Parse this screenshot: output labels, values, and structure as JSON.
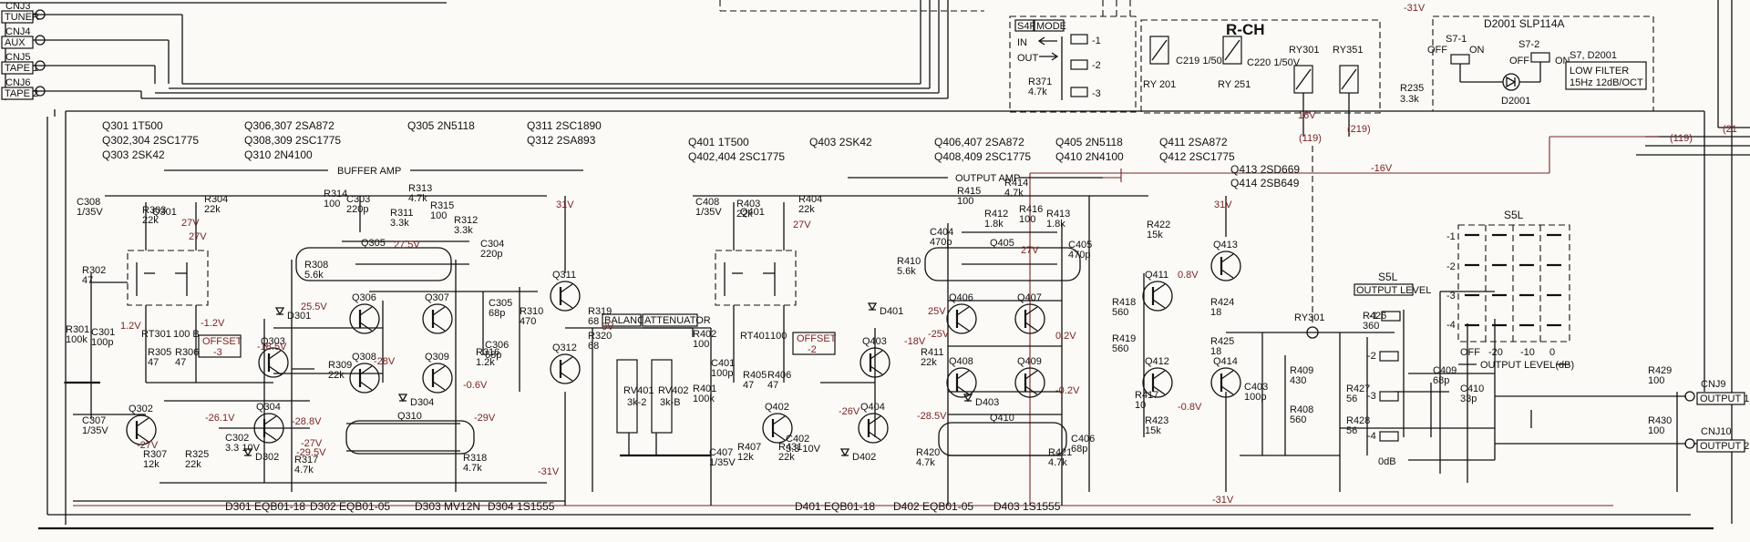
{
  "connectors": [
    {
      "ref": "CNJ3",
      "name": "TUNER"
    },
    {
      "ref": "CNJ4",
      "name": "AUX"
    },
    {
      "ref": "CNJ5",
      "name": "TAPE 1"
    },
    {
      "ref": "CNJ6",
      "name": "TAPE 2"
    }
  ],
  "outputs": [
    {
      "ref": "CNJ9",
      "name": "OUTPUT 1"
    },
    {
      "ref": "CNJ10",
      "name": "OUTPUT 2"
    }
  ],
  "channel_label": "R-CH",
  "sections": {
    "buffer": "BUFFER AMP",
    "output": "OUTPUT AMP"
  },
  "transistor_lists": {
    "buffer": [
      [
        "Q301 1T500",
        "Q306,307 2SA872",
        "Q305 2N5118",
        "Q311 2SC1890"
      ],
      [
        "Q302,304 2SC1775",
        "Q308,309 2SC1775",
        "",
        "Q312 2SA893"
      ],
      [
        "Q303 2SK42",
        "Q310 2N4100",
        "",
        ""
      ]
    ],
    "output": [
      [
        "Q401 1T500",
        "Q403 2SK42",
        "Q406,407 2SA872",
        "Q405 2N5118",
        "Q411 2SA872",
        "Q413 2SD669"
      ],
      [
        "Q402,404 2SC1775",
        "",
        "Q408,409 2SC1775",
        "Q410 2N4100",
        "Q412 2SC1775",
        "Q414 2SB649"
      ]
    ]
  },
  "diodes": {
    "buffer": [
      "D301 EQB01-18",
      "D302 EQB01-05",
      "D303 MV12N",
      "D304 1S1555"
    ],
    "output": [
      "D401 EQB01-18",
      "D402 EQB01-05",
      "D403 1S1555"
    ]
  },
  "top_right": {
    "d2001": "D2001 SLP114A",
    "s7_label": "S7, D2001",
    "low_filter": [
      "LOW FILTER",
      "15Hz 12dB/OCT"
    ],
    "s4r": "S4R",
    "mode": "MODE",
    "in_label": "IN",
    "out_label": "OUT",
    "s71": "S7-1",
    "s72": "S7-2",
    "off": "OFF",
    "on": "ON"
  },
  "level_switch": {
    "name": "S5L",
    "title": "OUTPUT LEVEL",
    "steps": [
      "0",
      "-10",
      "-20",
      "OFF"
    ],
    "caption": "OUTPUT LEVEL(dB)",
    "rows": [
      "-1",
      "-2",
      "-3",
      "-4"
    ],
    "odb": "0dB"
  },
  "controls": {
    "balance": "BALANCE",
    "attenuator": "ATTENUATOR",
    "offset3": [
      "OFFSET",
      "-3"
    ],
    "offset2": [
      "OFFSET",
      "-2"
    ],
    "rv401": [
      "RV401",
      "3k-2"
    ],
    "rv402": [
      "RV402",
      "3k-B"
    ]
  },
  "voltages": {
    "minus31": "-31V",
    "plus31": "31V",
    "minus16": "-16V",
    "plus16": "16V",
    "n119": "(119)",
    "n219": "(219)",
    "n21": "(21"
  },
  "parts": {
    "relays": [
      "RY 201",
      "RY 251",
      "RY301",
      "RY351"
    ],
    "caps_relay": [
      "C219 1/50V",
      "C220 1/50V"
    ],
    "r371": [
      "R371",
      "4.7k"
    ],
    "r235": [
      "R235",
      "3.3k"
    ],
    "d2001": "D2001",
    "ry301": "RY301",
    "in_res": [
      [
        "R302",
        "47"
      ],
      [
        "R301",
        "100k"
      ]
    ],
    "in_caps": [
      [
        "C308",
        "1/35V"
      ],
      [
        "C301",
        "100p"
      ],
      [
        "C307",
        "1/35V"
      ]
    ],
    "buf_res": [
      [
        "R303",
        "22k"
      ],
      [
        "R304",
        "22k"
      ],
      [
        "R314",
        "100"
      ],
      [
        "R313",
        "4.7k"
      ],
      [
        "R311",
        "3.3k"
      ],
      [
        "R315",
        "100"
      ],
      [
        "R312",
        "3.3k"
      ],
      [
        "R308",
        "5.6k"
      ],
      [
        "R309",
        "22k"
      ],
      [
        "R305",
        "47"
      ],
      [
        "R306",
        "47"
      ],
      [
        "R310",
        "470"
      ],
      [
        "R319",
        "68"
      ],
      [
        "R320",
        "68"
      ],
      [
        "R316",
        "1.2k"
      ],
      [
        "R307",
        "12k"
      ],
      [
        "R325",
        "22k"
      ],
      [
        "R317",
        "4.7k"
      ],
      [
        "R318",
        "4.7k"
      ]
    ],
    "buf_caps": [
      [
        "C303",
        "220p"
      ],
      [
        "C304",
        "220p"
      ],
      [
        "C305",
        "68p"
      ],
      [
        "C306",
        "68p"
      ],
      [
        "C302",
        "3.3 10V"
      ]
    ],
    "out_res": [
      [
        "R403",
        "22k"
      ],
      [
        "R404",
        "22k"
      ],
      [
        "R415",
        "100"
      ],
      [
        "R414",
        "4.7k"
      ],
      [
        "R412",
        "1.8k"
      ],
      [
        "R416",
        "100"
      ],
      [
        "R413",
        "1.8k"
      ],
      [
        "R410",
        "5.6k"
      ],
      [
        "R411",
        "22k"
      ],
      [
        "R402",
        "100"
      ],
      [
        "R401",
        "100k"
      ],
      [
        "R405",
        "47"
      ],
      [
        "R406",
        "47"
      ],
      [
        "R407",
        "12k"
      ],
      [
        "R431",
        "22k"
      ],
      [
        "R422",
        "15k"
      ],
      [
        "R418",
        "560"
      ],
      [
        "R419",
        "560"
      ],
      [
        "R417",
        "10"
      ],
      [
        "R423",
        "15k"
      ],
      [
        "R424",
        "18"
      ],
      [
        "R425",
        "18"
      ],
      [
        "R420",
        "4.7k"
      ],
      [
        "R421",
        "4.7k"
      ],
      [
        "R409",
        "430"
      ],
      [
        "R408",
        "560"
      ],
      [
        "R426",
        "360"
      ],
      [
        "R427",
        "56"
      ],
      [
        "R428",
        "56"
      ],
      [
        "R429",
        "100"
      ],
      [
        "R430",
        "100"
      ]
    ],
    "out_caps": [
      [
        "C408",
        "1/35V"
      ],
      [
        "C404",
        "470p"
      ],
      [
        "C405",
        "470p"
      ],
      [
        "C401",
        "100p"
      ],
      [
        "C402",
        "3.3 10V"
      ],
      [
        "C407",
        "1/35V"
      ],
      [
        "C406",
        "68p"
      ],
      [
        "C403",
        "100p"
      ],
      [
        "C409",
        "68p"
      ],
      [
        "C410",
        "33p"
      ]
    ],
    "trims": [
      [
        "RT301",
        "100 B"
      ],
      [
        "RT401",
        "100"
      ]
    ]
  },
  "labels_short": {
    "q": [
      "Q301",
      "Q302",
      "Q303",
      "Q304",
      "Q305",
      "Q306",
      "Q307",
      "Q308",
      "Q309",
      "Q310",
      "Q311",
      "Q312",
      "Q401",
      "Q402",
      "Q403",
      "Q404",
      "Q405",
      "Q406",
      "Q407",
      "Q408",
      "Q409",
      "Q410",
      "Q411",
      "Q412",
      "Q413",
      "Q414"
    ],
    "d": [
      "D301",
      "D302",
      "D304",
      "D401",
      "D402",
      "D403"
    ]
  },
  "node_volts": [
    "27V",
    "-27V",
    "1.2V",
    "-1.2V",
    "-26.1V",
    "-18.5V",
    "25.5V",
    "-28V",
    "-28.8V",
    "-29.5V",
    "-0.6V",
    "0V",
    "-0.8V",
    "0.8V",
    "-0.2V",
    "0.2V",
    "25V",
    "-25V",
    "-28.5V",
    "-29V",
    "27.5V",
    "-18V",
    "-26V",
    "31V",
    "-31V"
  ]
}
